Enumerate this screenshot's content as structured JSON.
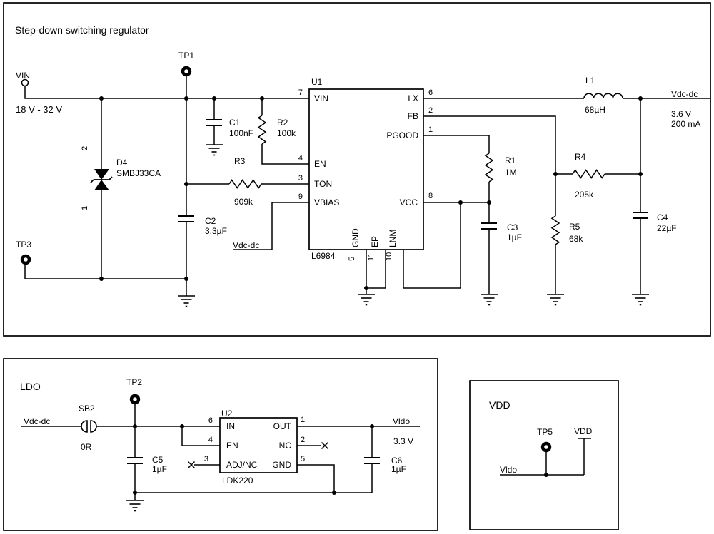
{
  "buck": {
    "title": "Step-down switching regulator",
    "vin_label": "VIN",
    "vin_range": "18 V - 32 V",
    "tp1": "TP1",
    "tp3": "TP3",
    "out_net": "Vdc-dc",
    "out_voltage": "3.6 V",
    "out_current": "200 mA",
    "vbias_net": "Vdc-dc",
    "d4": {
      "ref": "D4",
      "value": "SMBJ33CA",
      "pin2": "2",
      "pin1": "1"
    },
    "c1": {
      "ref": "C1",
      "value": "100nF"
    },
    "r2": {
      "ref": "R2",
      "value": "100k"
    },
    "r3": {
      "ref": "R3",
      "value": "909k"
    },
    "c2": {
      "ref": "C2",
      "value": "3.3µF"
    },
    "l1": {
      "ref": "L1",
      "value": "68µH"
    },
    "r1": {
      "ref": "R1",
      "value": "1M"
    },
    "c3": {
      "ref": "C3",
      "value": "1µF"
    },
    "r4": {
      "ref": "R4",
      "value": "205k"
    },
    "r5": {
      "ref": "R5",
      "value": "68k"
    },
    "c4": {
      "ref": "C4",
      "value": "22µF"
    },
    "u1": {
      "ref": "U1",
      "part": "L6984",
      "pins": {
        "vin": {
          "num": "7",
          "name": "VIN"
        },
        "en": {
          "num": "4",
          "name": "EN"
        },
        "ton": {
          "num": "3",
          "name": "TON"
        },
        "vbias": {
          "num": "9",
          "name": "VBIAS"
        },
        "lx": {
          "num": "6",
          "name": "LX"
        },
        "fb": {
          "num": "2",
          "name": "FB"
        },
        "pgood": {
          "num": "1",
          "name": "PGOOD"
        },
        "vcc": {
          "num": "8",
          "name": "VCC"
        },
        "gnd": {
          "num": "5",
          "name": "GND"
        },
        "ep": {
          "num": "11",
          "name": "EP"
        },
        "lnm": {
          "num": "10",
          "name": "LNM"
        }
      }
    }
  },
  "ldo": {
    "title": "LDO",
    "in_net": "Vdc-dc",
    "sb2": {
      "ref": "SB2",
      "value": "0R"
    },
    "tp2": "TP2",
    "c5": {
      "ref": "C5",
      "value": "1µF"
    },
    "c6": {
      "ref": "C6",
      "value": "1µF"
    },
    "out_net": "Vldo",
    "out_voltage": "3.3 V",
    "u2": {
      "ref": "U2",
      "part": "LDK220",
      "pins": {
        "in": {
          "num": "6",
          "name": "IN"
        },
        "en": {
          "num": "4",
          "name": "EN"
        },
        "adj": {
          "num": "3",
          "name": "ADJ/NC"
        },
        "out": {
          "num": "1",
          "name": "OUT"
        },
        "nc": {
          "num": "2",
          "name": "NC"
        },
        "gnd": {
          "num": "5",
          "name": "GND"
        }
      }
    }
  },
  "vdd": {
    "title": "VDD",
    "tp5": "TP5",
    "rail": "VDD",
    "in_net": "Vldo"
  },
  "colors": {
    "ink": "#000000",
    "background": "#ffffff"
  }
}
